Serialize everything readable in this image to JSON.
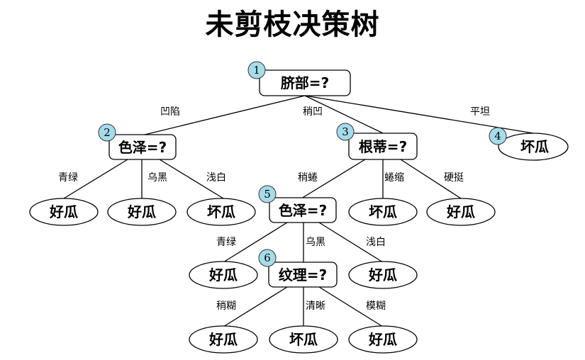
{
  "title": "未剪枝决策树",
  "colors": {
    "badge_fill": "#a6dcea",
    "line": "#000000",
    "box_fill": "#ffffff"
  },
  "nodes": {
    "n1": {
      "label": "脐部=?",
      "badge": "1"
    },
    "n2": {
      "label": "色泽=?",
      "badge": "2"
    },
    "n3": {
      "label": "根蒂=?",
      "badge": "3"
    },
    "n4": {
      "label": "坏瓜",
      "badge": "4"
    },
    "n5": {
      "label": "色泽=?",
      "badge": "5"
    },
    "n6": {
      "label": "纹理=?",
      "badge": "6"
    },
    "l2a": {
      "label": "好瓜"
    },
    "l2b": {
      "label": "好瓜"
    },
    "l2c": {
      "label": "坏瓜"
    },
    "l3b": {
      "label": "坏瓜"
    },
    "l3c": {
      "label": "好瓜"
    },
    "l5a": {
      "label": "好瓜"
    },
    "l5c": {
      "label": "好瓜"
    },
    "l6a": {
      "label": "好瓜"
    },
    "l6b": {
      "label": "坏瓜"
    },
    "l6c": {
      "label": "好瓜"
    }
  },
  "edges": {
    "e1_2": "凹陷",
    "e1_3": "稍凹",
    "e1_4": "平坦",
    "e2_a": "青绿",
    "e2_b": "乌黑",
    "e2_c": "浅白",
    "e3_5": "稍蜷",
    "e3_b": "蜷缩",
    "e3_c": "硬挺",
    "e5_a": "青绿",
    "e5_6": "乌黑",
    "e5_c": "浅白",
    "e6_a": "稍糊",
    "e6_b": "清晰",
    "e6_c": "模糊"
  }
}
